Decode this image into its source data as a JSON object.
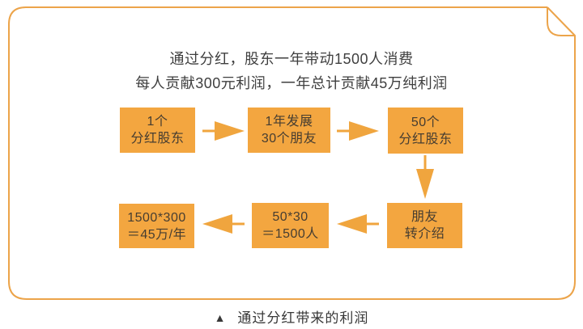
{
  "card": {
    "heading_line1": "通过分红，股东一年带动1500人消费",
    "heading_line2": "每人贡献300元利润，一年总计贡献45万纯利润"
  },
  "flow": {
    "row1": [
      {
        "line1": "1个",
        "line2": "分红股东"
      },
      {
        "line1": "1年发展",
        "line2": "30个朋友"
      },
      {
        "line1": "50个",
        "line2": "分红股东"
      }
    ],
    "row2": [
      {
        "line1": "朋友",
        "line2": "转介绍"
      },
      {
        "line1": "50*30",
        "line2": "＝1500人"
      },
      {
        "line1": "1500*300",
        "line2": "＝45万/年"
      }
    ]
  },
  "caption": {
    "marker": "▲",
    "text": "通过分红带来的利润"
  },
  "colors": {
    "box_fill": "#f3a640",
    "border": "#eca44a",
    "arrow": "#f0a53e",
    "box_text": "#463d31",
    "heading_text": "#3f3f3f",
    "caption_text": "#383838"
  }
}
